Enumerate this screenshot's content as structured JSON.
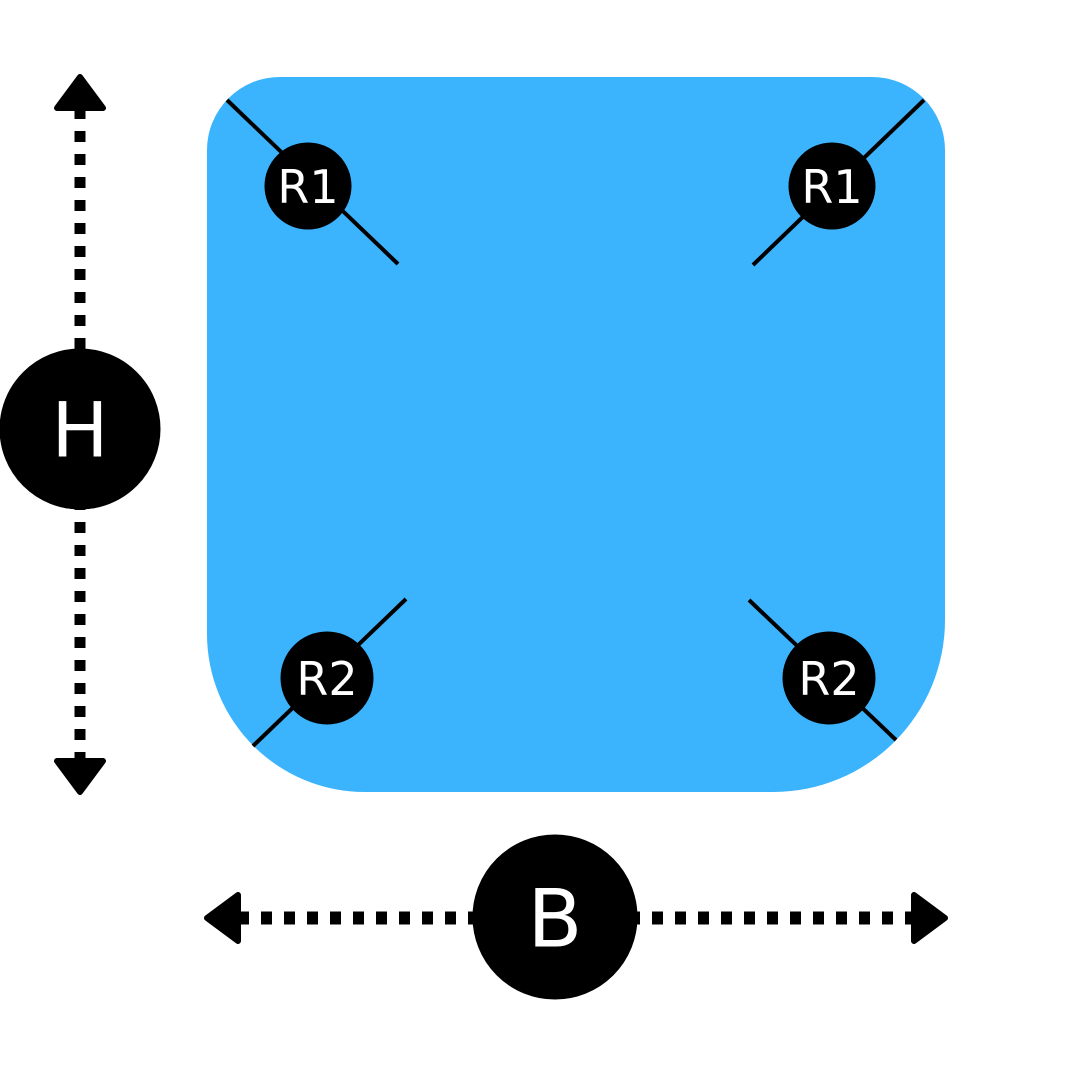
{
  "colors": {
    "shape_fill": "#3bb4fd",
    "ink": "#000000",
    "label_text": "#ffffff",
    "background": "#ffffff"
  },
  "dimensions": {
    "height_label": "H",
    "width_label": "B"
  },
  "corners": {
    "top_left": "R1",
    "top_right": "R1",
    "bottom_left": "R2",
    "bottom_right": "R2"
  }
}
